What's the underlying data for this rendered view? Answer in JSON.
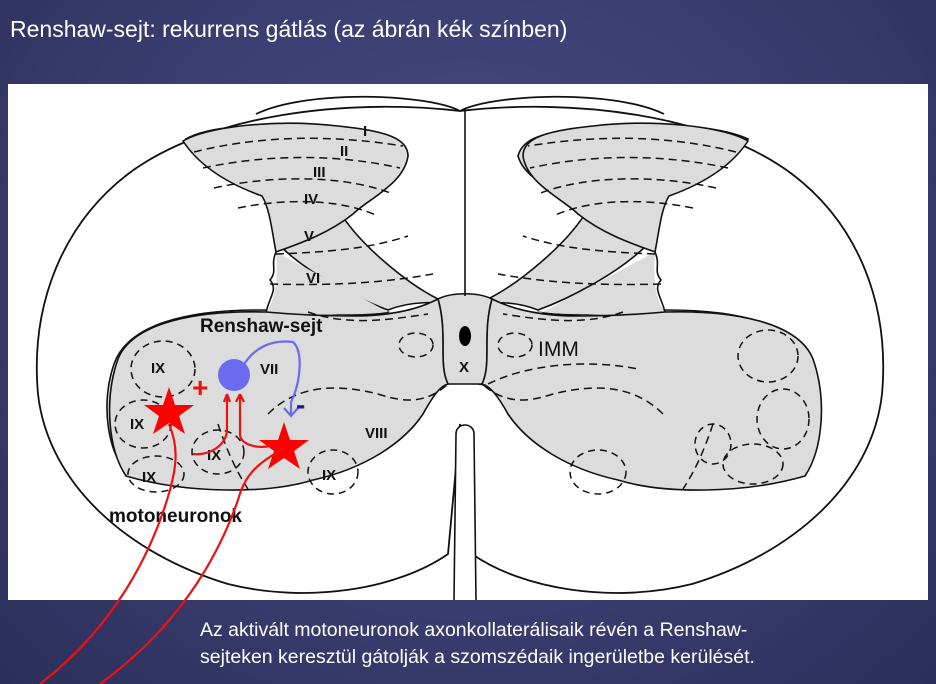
{
  "title": "Renshaw-sejt: rekurrens gátlás (az ábrán kék színben)",
  "diagram": {
    "laminae": [
      "I",
      "II",
      "III",
      "IV",
      "V",
      "VI",
      "VII",
      "VIII",
      "X"
    ],
    "ix_label": "IX",
    "imm_label": "IMM",
    "renshaw_label": "Renshaw-sejt",
    "motoneuron_label": "motoneuronok",
    "plus_sign": "+",
    "minus_sign": "-",
    "colors": {
      "renshaw": "#6b6bf0",
      "motoneuron": "#ff0000",
      "inhibition": "#1a1aa0",
      "gray_matter": "#dcdcdc"
    }
  },
  "caption": {
    "line1": "Az aktivált motoneuronok axonkollaterálisaik révén a Renshaw-",
    "line2": "sejteken keresztül gátolják a szomszédaik ingerületbe kerülését."
  }
}
